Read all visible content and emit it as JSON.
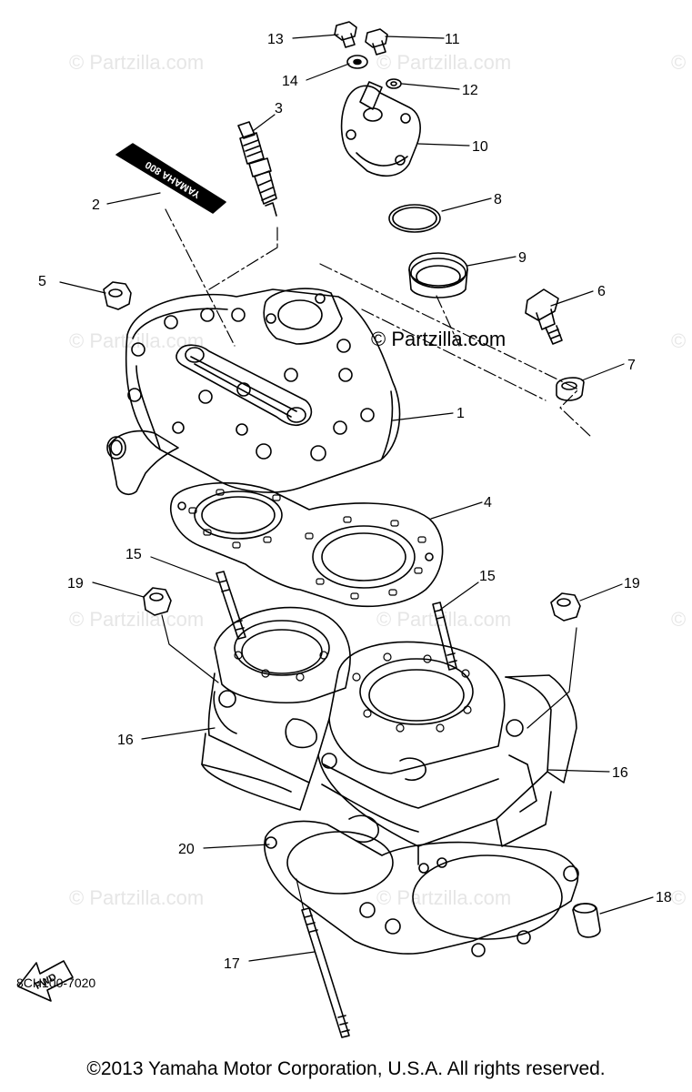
{
  "watermarks": [
    "© Partzilla.com",
    "© Partzilla.com",
    "©",
    "© Partzilla.com",
    "©",
    "© Partzilla.com",
    "© Partzilla.com",
    "©",
    "© Partzilla.com",
    "© Partzilla.com",
    "©"
  ],
  "stamp": "© Partzilla.com",
  "decal_text": "YAMAHA 800",
  "fwd_label": "FWD",
  "callouts": [
    "1",
    "2",
    "3",
    "4",
    "5",
    "6",
    "7",
    "8",
    "9",
    "10",
    "11",
    "12",
    "13",
    "14",
    "15",
    "15",
    "16",
    "16",
    "17",
    "18",
    "19",
    "19",
    "20"
  ],
  "diagram_code": "8CH100-7020",
  "copyright": "©2013  Yamaha Motor Corporation, U.S.A. All rights reserved."
}
